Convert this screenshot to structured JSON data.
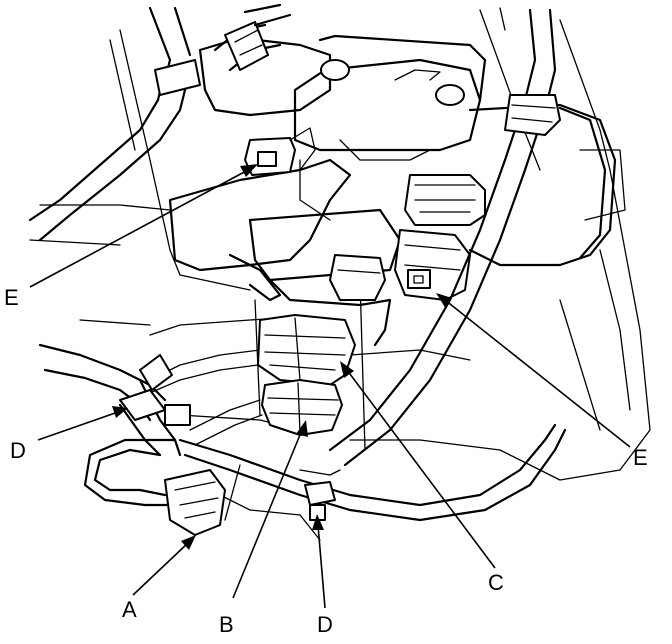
{
  "callouts": {
    "a": "A",
    "b": "B",
    "c": "C",
    "d_left": "D",
    "d_bottom": "D",
    "e_left": "E",
    "e_right": "E"
  }
}
